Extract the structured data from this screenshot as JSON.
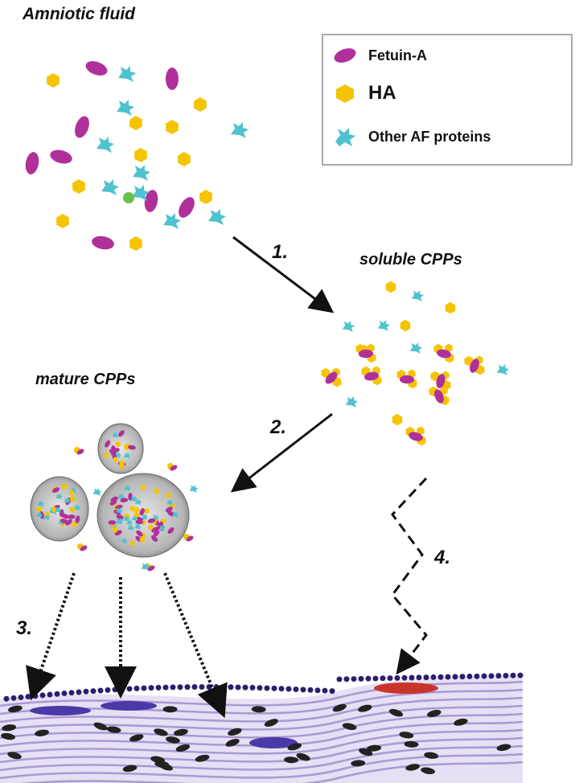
{
  "title": "Amniotic fluid",
  "legend": {
    "items": [
      {
        "label": "Fetuin-A",
        "icon": "fetuin-a-icon",
        "color": "#b0309a"
      },
      {
        "label": "HA",
        "icon": "ha-icon",
        "color": "#f5c400"
      },
      {
        "label": "Other AF proteins",
        "icon": "af-protein-icon",
        "color": "#4fc2cf"
      }
    ]
  },
  "stages": {
    "soluble": "soluble CPPs",
    "mature": "mature CPPs"
  },
  "steps": {
    "s1": "1.",
    "s2": "2.",
    "s3": "3.",
    "s4": "4."
  },
  "colors": {
    "fetuin": "#b0309a",
    "ha": "#f5c400",
    "protein": "#4fc2cf",
    "tissue": "#9b86cc",
    "membrane": "#2a1f6e"
  }
}
